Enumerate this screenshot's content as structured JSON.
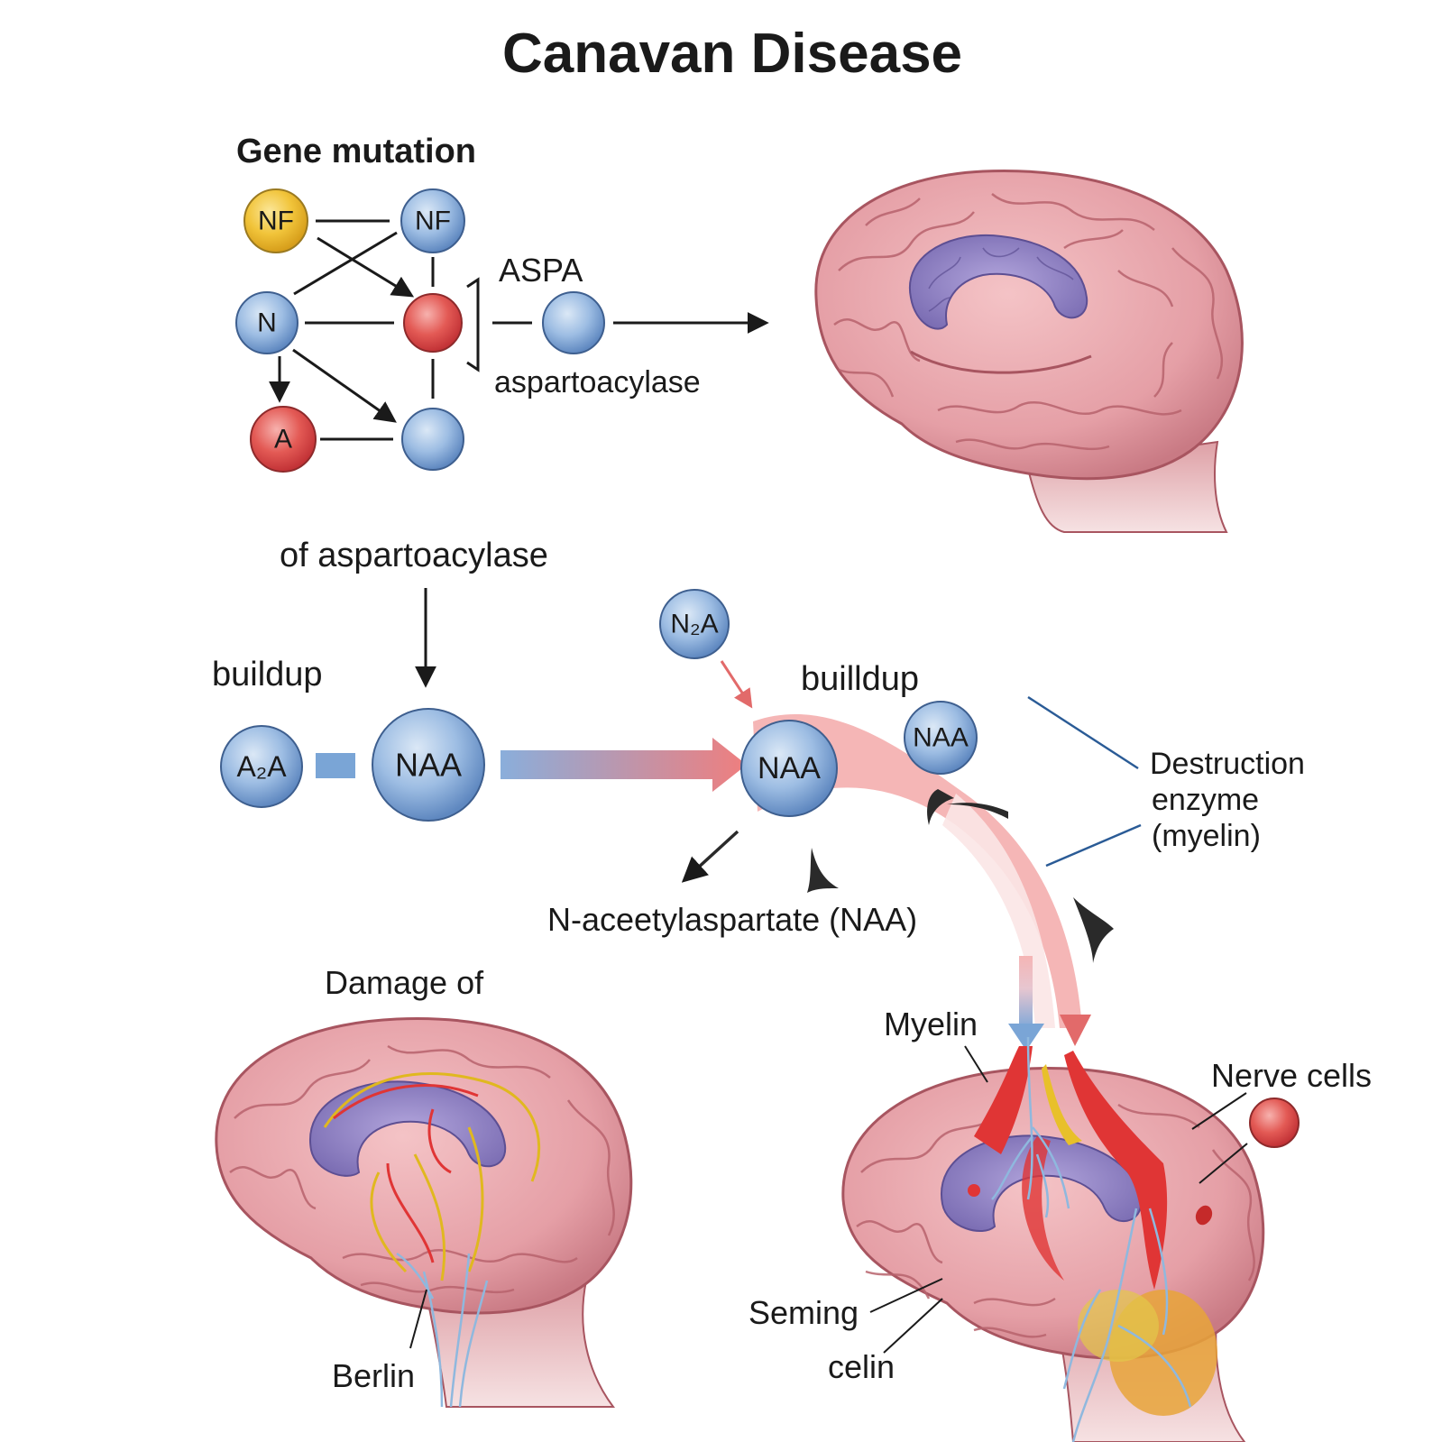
{
  "title": "Canavan Disease",
  "section_gene": "Gene mutation",
  "nodes": {
    "nf_yellow": "NF",
    "nf_blue": "NF",
    "n": "N",
    "a": "A",
    "aspa_node": "",
    "n2a": "N₂A",
    "a2a": "A₂A",
    "naa_left": "NAA",
    "naa_center": "NAA",
    "naa_right": "NAA"
  },
  "labels": {
    "aspa": "ASPA",
    "aspartoacylase": "aspartoacylase",
    "of_aspartoacylase": "of aspartoacylase",
    "buildup_left": "buildup",
    "buildup_right": "builldup",
    "naa_full": "N-aceetylaspartate (NAA)",
    "destruction_1": "Destruction",
    "destruction_2": "enzyme",
    "destruction_3": "(myelin)",
    "damage_of": "Damage of",
    "myelin": "Myelin",
    "nerve_cells": "Nerve cells",
    "seming": "Seming",
    "celin": "celin",
    "berlin": "Berlin"
  },
  "colors": {
    "node_blue": "#8fb3dd",
    "node_red": "#e0484a",
    "node_yellow": "#f2c53a",
    "brain_pink": "#e8a0a8",
    "brain_outline": "#a85560",
    "hippocampus": "#8e80c2",
    "arrow_red": "#e26a6a",
    "arrow_blue": "#7aa5d6"
  }
}
